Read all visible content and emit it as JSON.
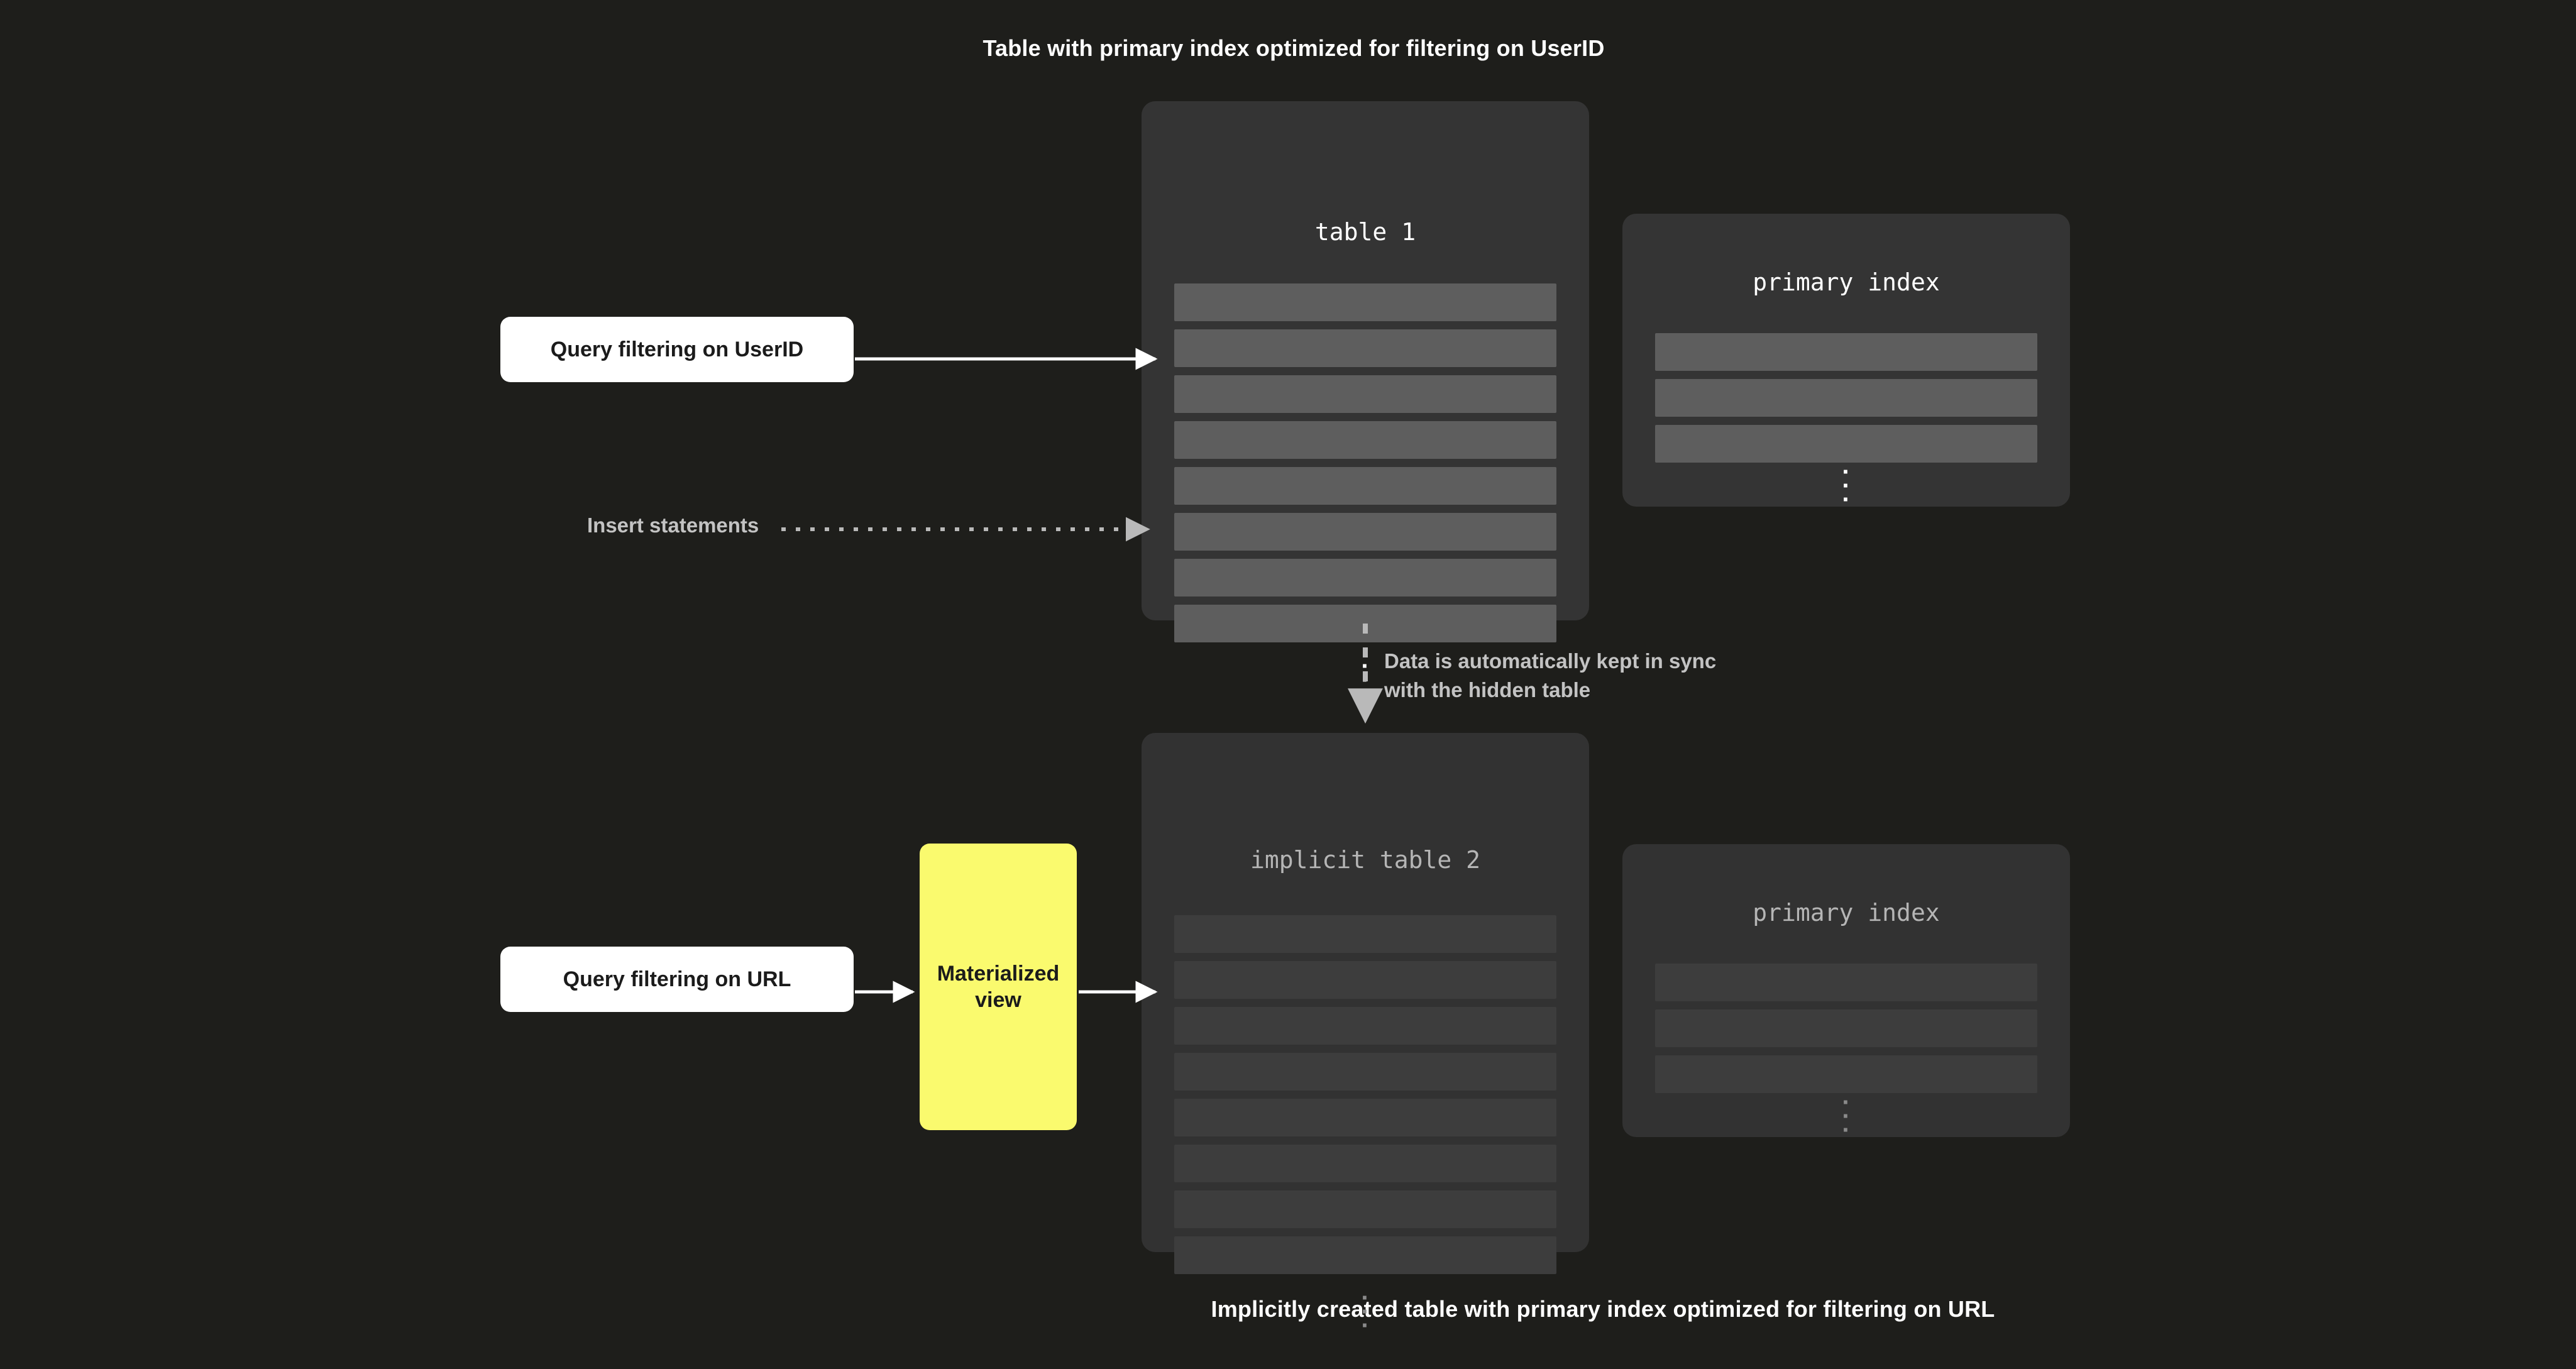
{
  "captions": {
    "top": "Table with primary index optimized for filtering on UserID",
    "bottom": "Implicitly created table with primary index optimized for filtering on URL"
  },
  "colors": {
    "background": "#1e1e1b",
    "panel_bright": "#343434",
    "panel_dim": "#323232",
    "row_bright": "#5e5e5e",
    "row_dim": "#3d3d3d",
    "accent_yellow": "#fafa6e",
    "query_box": "#ffffff",
    "text_primary": "#ffffff",
    "text_muted": "#c3c3c3",
    "arrow": "#ffffff",
    "dashed_arrow": "#b9b9b9"
  },
  "panels": {
    "table1": {
      "title": "table 1",
      "row_count": 8,
      "ellipsis": "⋮",
      "state": "bright"
    },
    "primary_index_top": {
      "title": "primary index",
      "row_count": 3,
      "ellipsis": "⋮",
      "state": "bright"
    },
    "table2": {
      "title": "implicit table 2",
      "row_count": 8,
      "ellipsis": "⋮",
      "state": "dim"
    },
    "primary_index_bottom": {
      "title": "primary index",
      "row_count": 3,
      "ellipsis": "⋮",
      "state": "dim"
    }
  },
  "boxes": {
    "query_userid": "Query filtering on UserID",
    "query_url": "Query filtering on URL",
    "materialized_view": "Materialized\nview"
  },
  "labels": {
    "insert_statements": "Insert statements",
    "sync_note": "Data is automatically kept in sync\nwith the hidden table"
  },
  "chart_data": {
    "type": "diagram",
    "title": "ClickHouse materialized view projection diagram",
    "nodes": [
      {
        "id": "query_userid",
        "label": "Query filtering on UserID",
        "kind": "query-box",
        "style": "white"
      },
      {
        "id": "table1",
        "label": "table 1",
        "kind": "table",
        "rows": 8,
        "state": "active"
      },
      {
        "id": "primary_index_top",
        "label": "primary index",
        "kind": "index",
        "rows": 3,
        "state": "active"
      },
      {
        "id": "query_url",
        "label": "Query filtering on URL",
        "kind": "query-box",
        "style": "white"
      },
      {
        "id": "materialized_view",
        "label": "Materialized view",
        "kind": "transform",
        "style": "yellow"
      },
      {
        "id": "table2",
        "label": "implicit table 2",
        "kind": "table",
        "rows": 8,
        "state": "hidden"
      },
      {
        "id": "primary_index_bottom",
        "label": "primary index",
        "kind": "index",
        "rows": 3,
        "state": "hidden"
      }
    ],
    "edges": [
      {
        "from": "query_userid",
        "to": "table1",
        "style": "solid",
        "label": ""
      },
      {
        "from": "insert",
        "to": "table1",
        "style": "dotted",
        "label": "Insert statements"
      },
      {
        "from": "table1",
        "to": "table2",
        "style": "dashed",
        "label": "Data is automatically kept in sync with the hidden table",
        "direction": "down"
      },
      {
        "from": "query_url",
        "to": "materialized_view",
        "style": "solid",
        "label": ""
      },
      {
        "from": "materialized_view",
        "to": "table2",
        "style": "solid",
        "label": ""
      }
    ],
    "annotations": [
      "Table with primary index optimized for filtering on UserID",
      "Implicitly created table with primary index optimized for filtering on URL"
    ]
  }
}
